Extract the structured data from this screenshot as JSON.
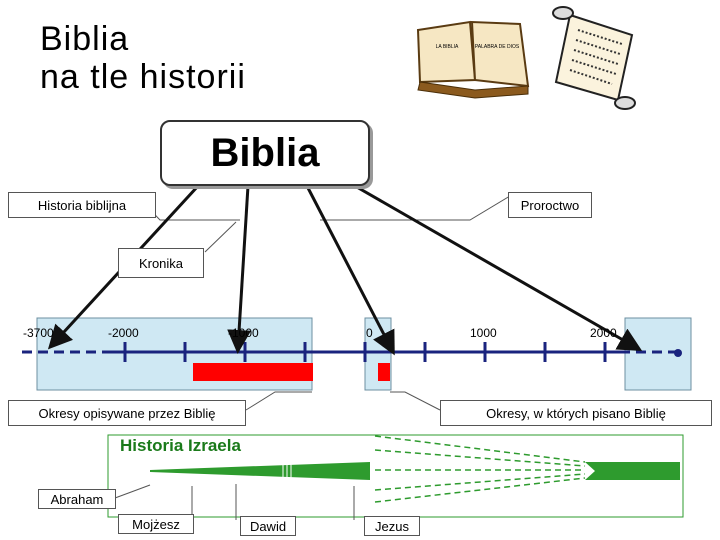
{
  "title": {
    "line1": "Biblia",
    "line2": "na tle historii"
  },
  "center_box": "Biblia",
  "labels": {
    "historia_biblijna": "Historia biblijna",
    "proroctwo": "Proroctwo",
    "kronika": "Kronika",
    "okresy_opisywane": "Okresy opisywane przez Biblię",
    "okresy_pisano": "Okresy, w których pisano Biblię",
    "historia_izraela": "Historia Izraela"
  },
  "timeline_ticks": [
    "-3700",
    "-2000",
    "-1000",
    "0",
    "1000",
    "2000"
  ],
  "people": [
    "Abraham",
    "Mojżesz",
    "Dawid",
    "Jezus"
  ],
  "book_text": {
    "left": "LA BIBLIA",
    "right": "PALABRA DE DIOS"
  },
  "colors": {
    "timeline_bg": "#cfe8f3",
    "bar": "#ff0000",
    "line": "#1a237e",
    "green": "#2e9b2e"
  }
}
